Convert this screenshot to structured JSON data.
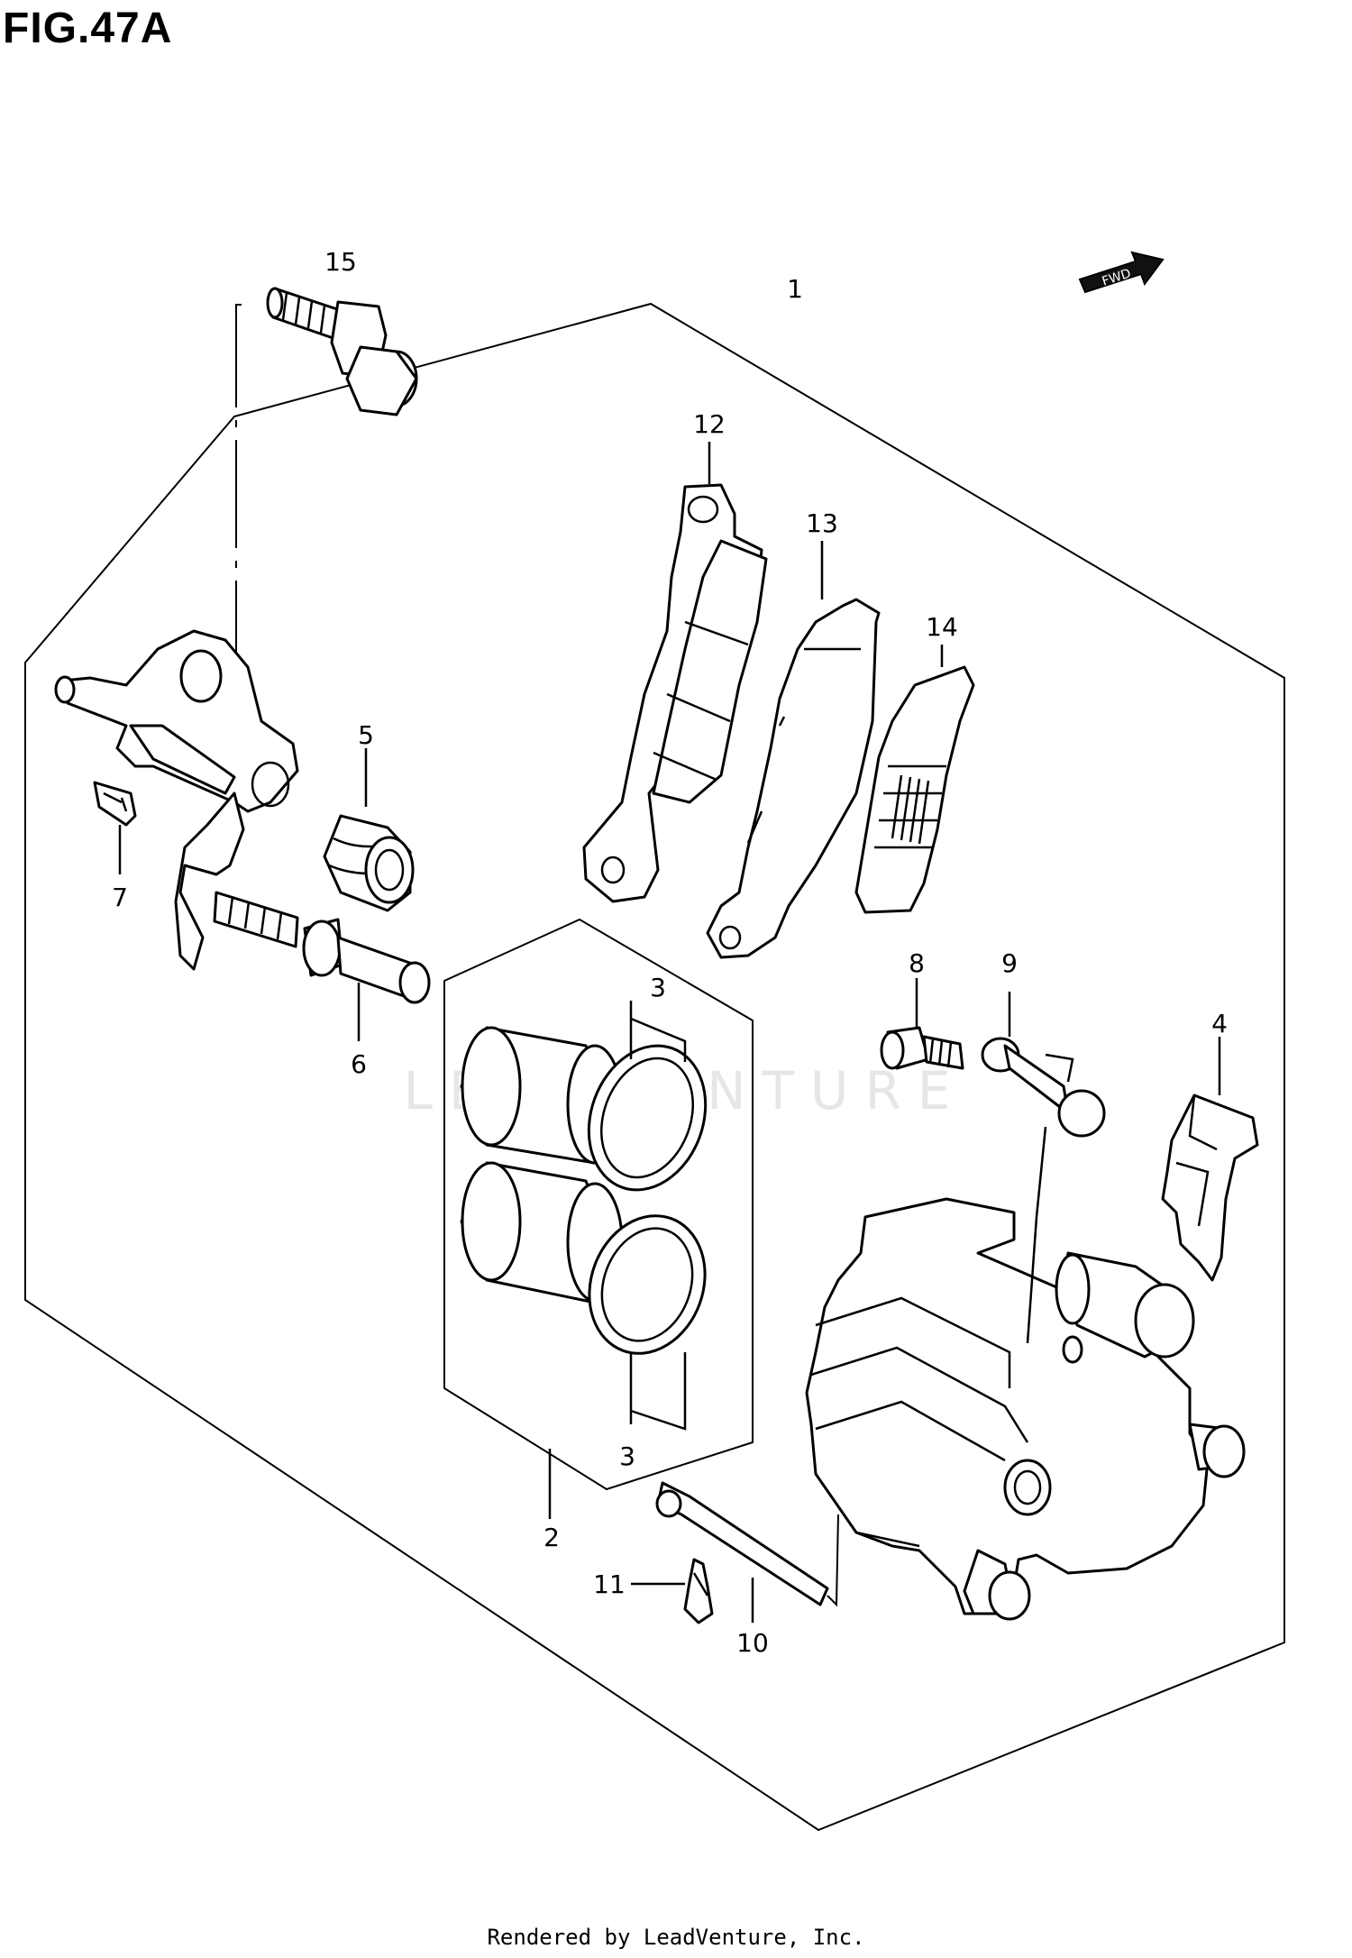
{
  "figure": {
    "title": "FIG.47A"
  },
  "fwd_arrow_label": "FWD",
  "watermark": "LEADVENTURE",
  "callouts": [
    {
      "id": "c1",
      "label": "1"
    },
    {
      "id": "c2",
      "label": "2"
    },
    {
      "id": "c3a",
      "label": "3"
    },
    {
      "id": "c3b",
      "label": "3"
    },
    {
      "id": "c4",
      "label": "4"
    },
    {
      "id": "c5",
      "label": "5"
    },
    {
      "id": "c6",
      "label": "6"
    },
    {
      "id": "c7",
      "label": "7"
    },
    {
      "id": "c8",
      "label": "8"
    },
    {
      "id": "c9",
      "label": "9"
    },
    {
      "id": "c10",
      "label": "10"
    },
    {
      "id": "c11",
      "label": "11"
    },
    {
      "id": "c12",
      "label": "12"
    },
    {
      "id": "c13",
      "label": "13"
    },
    {
      "id": "c14",
      "label": "14"
    },
    {
      "id": "c15",
      "label": "15"
    }
  ],
  "footer": {
    "credit": "Rendered by LeadVenture, Inc."
  }
}
